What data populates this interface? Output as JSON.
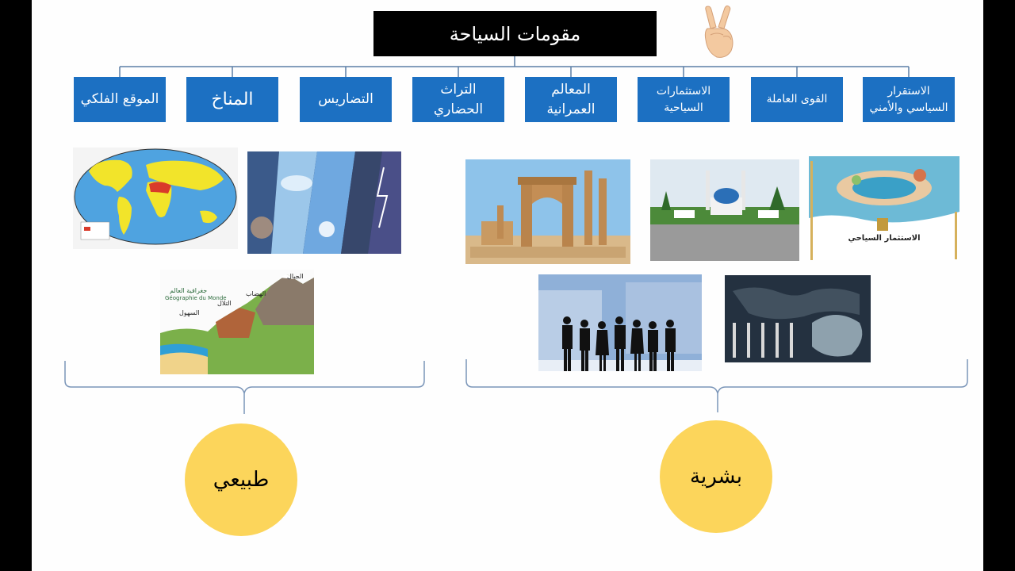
{
  "title": "مقومات السياحة",
  "factors": [
    {
      "label": "الموقع الفلكي",
      "group": "natural"
    },
    {
      "label": "المناخ",
      "group": "natural"
    },
    {
      "label": "التضاريس",
      "group": "natural"
    },
    {
      "label": "التراث الحضاري",
      "group": "human"
    },
    {
      "label": "المعالم العمرانية",
      "group": "human"
    },
    {
      "label": "الاستثمارات السياحية",
      "group": "human"
    },
    {
      "label": "القوى العاملة",
      "group": "human"
    },
    {
      "label": "الاستقرار السياسي والأمني",
      "group": "human"
    }
  ],
  "categories": {
    "natural": "طبيعي",
    "human": "بشرية"
  },
  "image_text": {
    "terrain_title": "جغرافية العالم",
    "terrain_subtitle": "Géographie du Monde",
    "mountains": "الجبال",
    "plateaus": "الهضاب",
    "hills": "التلال",
    "plains": "السهول",
    "investment_caption": "الاستثمار السياحي"
  }
}
